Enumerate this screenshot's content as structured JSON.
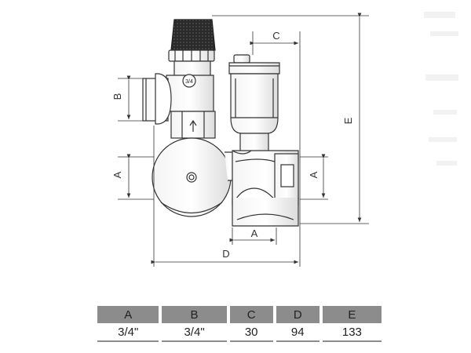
{
  "diagram": {
    "dimension_labels": {
      "a_left": "A",
      "a_right": "A",
      "a_bottom": "A",
      "b": "B",
      "c": "C",
      "d": "D",
      "e": "E"
    },
    "valve_marking": "3/4"
  },
  "spec_table": {
    "headers": [
      "A",
      "B",
      "C",
      "D",
      "E"
    ],
    "values": [
      "3/4\"",
      "3/4\"",
      "30",
      "94",
      "133"
    ]
  },
  "colors": {
    "line": "#333333",
    "header_fill": "#8c8c8c",
    "knob": "#2a2a2a"
  }
}
